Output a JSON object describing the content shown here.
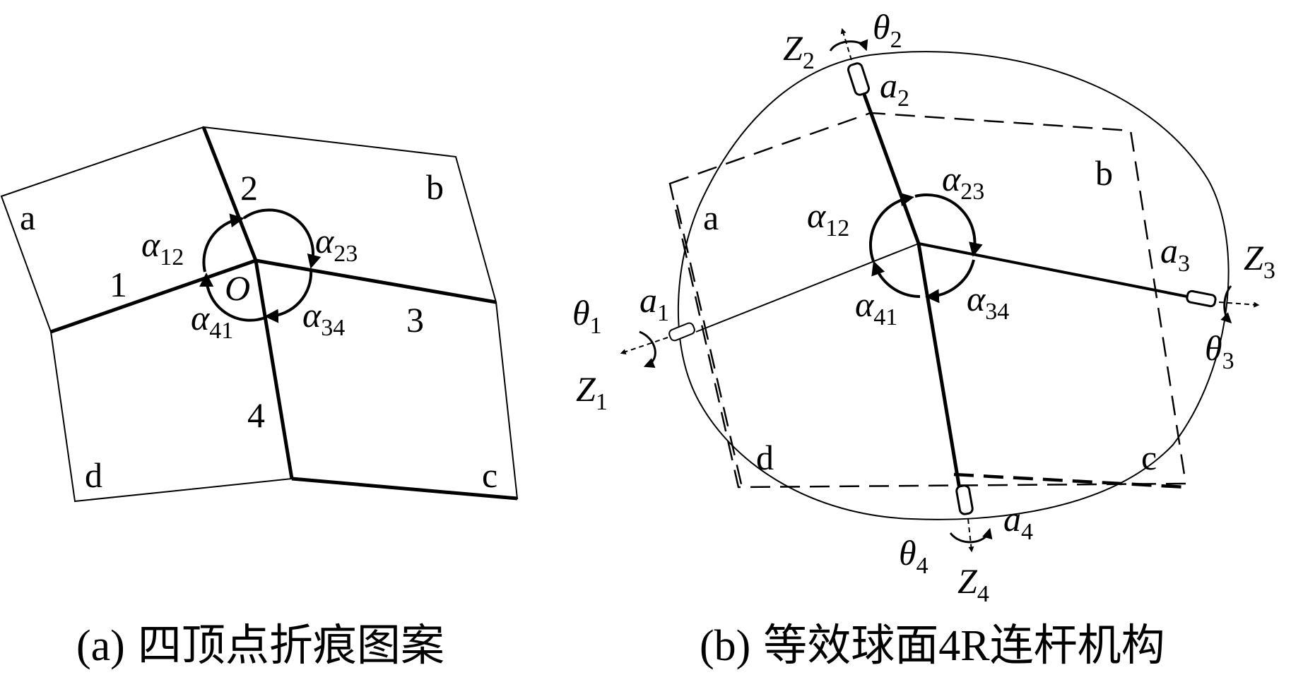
{
  "panel_a": {
    "caption_tag": "(a)",
    "caption_text": "四顶点折痕图案",
    "regions": [
      "a",
      "b",
      "c",
      "d"
    ],
    "creases": [
      "1",
      "2",
      "3",
      "4"
    ],
    "vertex": "O",
    "angles": [
      {
        "sym": "α",
        "sub": "12"
      },
      {
        "sym": "α",
        "sub": "23"
      },
      {
        "sym": "α",
        "sub": "34"
      },
      {
        "sym": "α",
        "sub": "41"
      }
    ]
  },
  "panel_b": {
    "caption_tag": "(b)",
    "caption_text": "等效球面4R连杆机构",
    "regions": [
      "a",
      "b",
      "c",
      "d"
    ],
    "angles": [
      {
        "sym": "α",
        "sub": "12"
      },
      {
        "sym": "α",
        "sub": "23"
      },
      {
        "sym": "α",
        "sub": "34"
      },
      {
        "sym": "α",
        "sub": "41"
      }
    ],
    "joints": [
      {
        "link": {
          "sym": "a",
          "sub": "1"
        },
        "axis": {
          "sym": "Z",
          "sub": "1"
        },
        "rot": {
          "sym": "θ",
          "sub": "1"
        }
      },
      {
        "link": {
          "sym": "a",
          "sub": "2"
        },
        "axis": {
          "sym": "Z",
          "sub": "2"
        },
        "rot": {
          "sym": "θ",
          "sub": "2"
        }
      },
      {
        "link": {
          "sym": "a",
          "sub": "3"
        },
        "axis": {
          "sym": "Z",
          "sub": "3"
        },
        "rot": {
          "sym": "θ",
          "sub": "3"
        }
      },
      {
        "link": {
          "sym": "a",
          "sub": "4"
        },
        "axis": {
          "sym": "Z",
          "sub": "4"
        },
        "rot": {
          "sym": "θ",
          "sub": "4"
        }
      }
    ]
  }
}
